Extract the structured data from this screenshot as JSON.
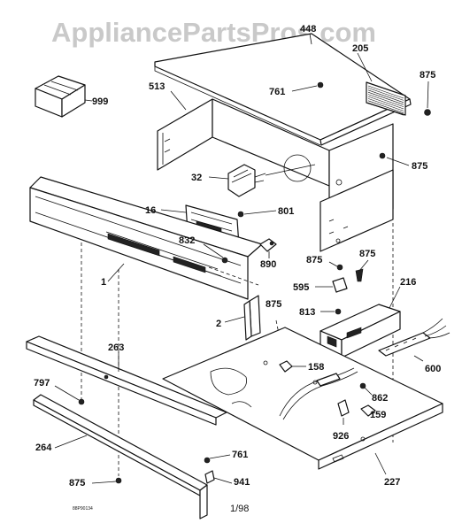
{
  "watermark": "AppliancePartsPros.com",
  "footer": {
    "date": "1/98",
    "code": "88P90134"
  },
  "callouts": [
    {
      "id": "c-448",
      "text": "448"
    },
    {
      "id": "c-205",
      "text": "205"
    },
    {
      "id": "c-875-top",
      "text": "875"
    },
    {
      "id": "c-999",
      "text": "999"
    },
    {
      "id": "c-513",
      "text": "513"
    },
    {
      "id": "c-761-top",
      "text": "761"
    },
    {
      "id": "c-875-right",
      "text": "875"
    },
    {
      "id": "c-32",
      "text": "32"
    },
    {
      "id": "c-16",
      "text": "16"
    },
    {
      "id": "c-801",
      "text": "801"
    },
    {
      "id": "c-832",
      "text": "832"
    },
    {
      "id": "c-890",
      "text": "890"
    },
    {
      "id": "c-1",
      "text": "1"
    },
    {
      "id": "c-875-a",
      "text": "875"
    },
    {
      "id": "c-875-b",
      "text": "875"
    },
    {
      "id": "c-595",
      "text": "595"
    },
    {
      "id": "c-216",
      "text": "216"
    },
    {
      "id": "c-2",
      "text": "2"
    },
    {
      "id": "c-875-c",
      "text": "875"
    },
    {
      "id": "c-813",
      "text": "813"
    },
    {
      "id": "c-263",
      "text": "263"
    },
    {
      "id": "c-158",
      "text": "158"
    },
    {
      "id": "c-600",
      "text": "600"
    },
    {
      "id": "c-797",
      "text": "797"
    },
    {
      "id": "c-862",
      "text": "862"
    },
    {
      "id": "c-159",
      "text": "159"
    },
    {
      "id": "c-926",
      "text": "926"
    },
    {
      "id": "c-264",
      "text": "264"
    },
    {
      "id": "c-761-bottom",
      "text": "761"
    },
    {
      "id": "c-941",
      "text": "941"
    },
    {
      "id": "c-875-bottom",
      "text": "875"
    },
    {
      "id": "c-227",
      "text": "227"
    }
  ]
}
